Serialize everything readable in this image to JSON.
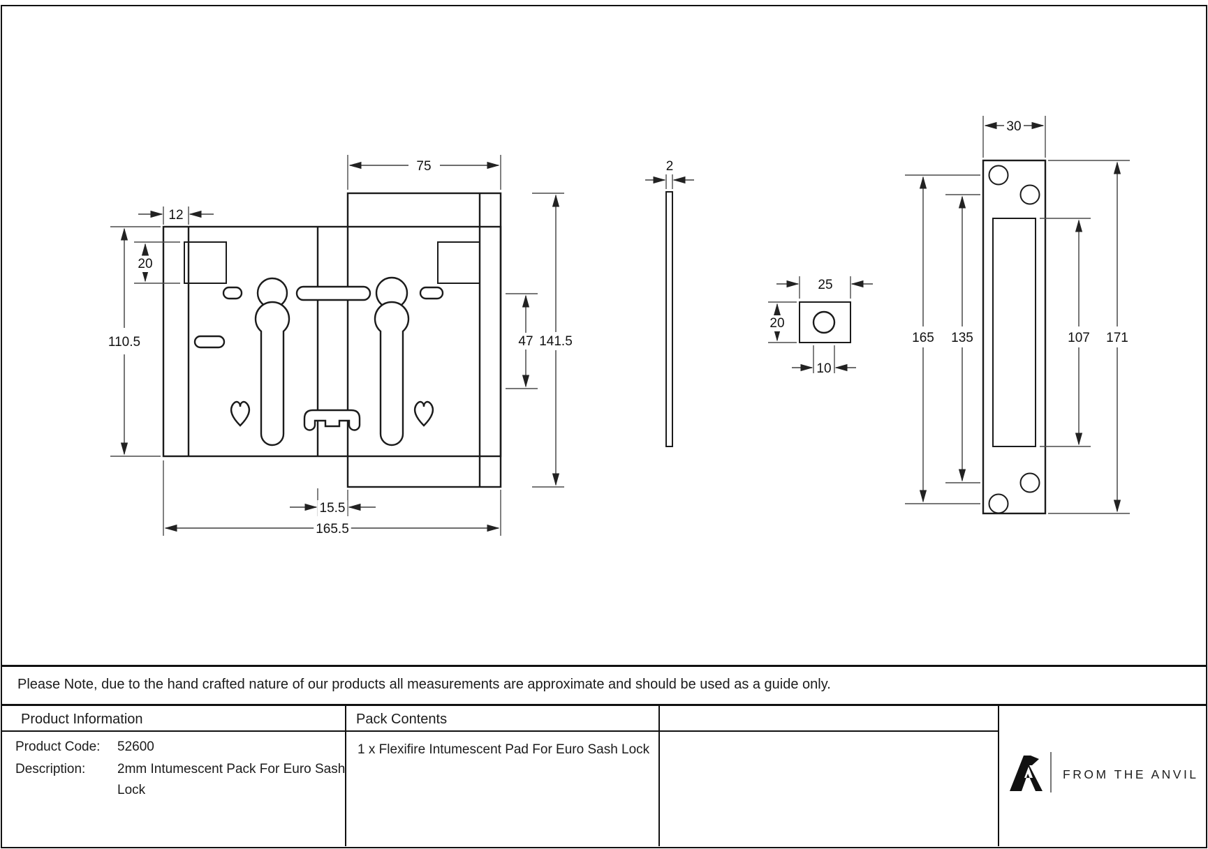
{
  "note": {
    "text": "Please Note, due to the hand crafted nature of our products all measurements are approximate and should be used as a guide only."
  },
  "table": {
    "product_information_header": "Product Information",
    "pack_contents_header": "Pack Contents",
    "product_code_label": "Product Code:",
    "product_code": "52600",
    "description_label": "Description:",
    "description": "2mm Intumescent Pack For Euro Sash Lock",
    "pack_contents_value": "1 x Flexifire Intumescent Pad For Euro Sash Lock"
  },
  "logo": {
    "monogram": "A",
    "brand": "FROM THE ANVIL"
  },
  "drawing": {
    "front": {
      "forend_width": "75",
      "left_margin": "12",
      "square_cutout_height": "20",
      "body_height": "110.5",
      "follower_to_cylinder": "47",
      "forend_height": "141.5",
      "fold_offset": "15.5",
      "overall_width": "165.5"
    },
    "side": {
      "thickness": "2"
    },
    "packer": {
      "width": "25",
      "height": "20",
      "hole_dia": "10"
    },
    "strike": {
      "width": "30",
      "outer_fixing_centres": "165",
      "inner_fixing_centres": "135",
      "cutout_height": "107",
      "overall_height": "171"
    }
  }
}
